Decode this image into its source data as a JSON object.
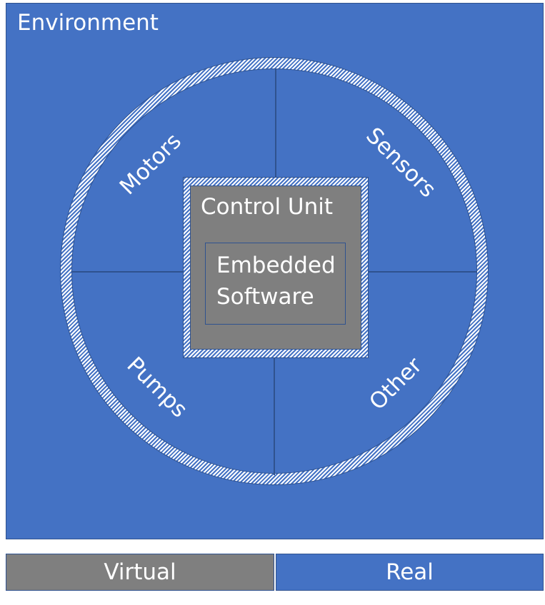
{
  "environment": {
    "label": "Environment"
  },
  "segments": {
    "motors": "Motors",
    "sensors": "Sensors",
    "pumps": "Pumps",
    "other": "Other"
  },
  "control_unit": {
    "label": "Control Unit",
    "embedded": "Embedded Software",
    "embedded_line1": "Embedded",
    "embedded_line2": "Software"
  },
  "legend": {
    "virtual": "Virtual",
    "real": "Real"
  },
  "colors": {
    "real": "#4472c4",
    "virtual": "#7f7f7f",
    "border": "#2f528f"
  }
}
